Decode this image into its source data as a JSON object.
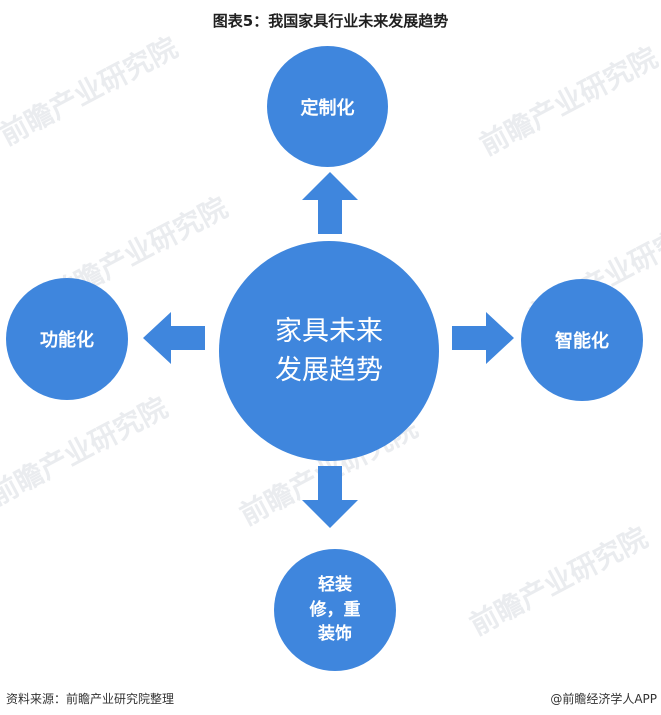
{
  "title": "图表5：我国家具行业未来发展趋势",
  "center": {
    "line1": "家具未来",
    "line2": "发展趋势"
  },
  "top": "定制化",
  "left": "功能化",
  "right": "智能化",
  "bottom": {
    "line1": "轻装",
    "line2": "修，重",
    "line3": "装饰"
  },
  "footer": {
    "source": "资料来源：前瞻产业研究院整理",
    "brand": "@前瞻经济学人APP"
  },
  "watermark": "前瞻产业研究院",
  "colors": {
    "circle": "#3f86dd",
    "text": "#ffffff"
  }
}
